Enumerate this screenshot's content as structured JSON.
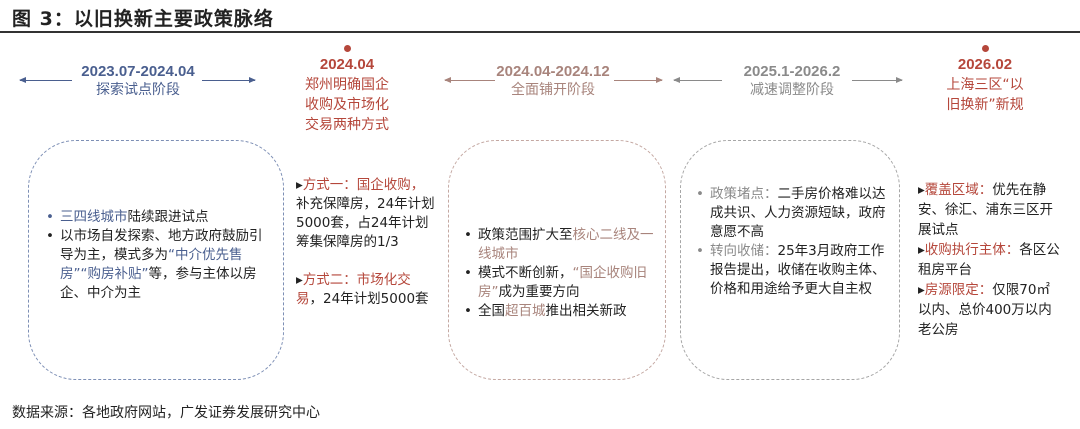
{
  "title": "图 3：以旧换新主要政策脉络",
  "colors": {
    "blue": "#4a5f8f",
    "red": "#b5473b",
    "pink": "#a8847c",
    "gray": "#8a8a8a"
  },
  "stages": [
    {
      "period": "2023.07-2024.04",
      "label": "探索试点阶段"
    },
    {
      "period": "2024.04",
      "lines": [
        "郑州明确国企",
        "收购及市场化",
        "交易两种方式"
      ]
    },
    {
      "period": "2024.04-2024.12",
      "label": "全面铺开阶段"
    },
    {
      "period": "2025.1-2026.2",
      "label": "减速调整阶段"
    },
    {
      "period": "2026.02",
      "lines": [
        "上海三区“以",
        "旧换新”新规"
      ]
    }
  ],
  "box1": {
    "b1_hl": "三四线城市",
    "b1_rest": "陆续跟进试点",
    "b2_a": "以市场自发探索、地方政府鼓励引导为主，模式多为",
    "b2_hl": "“中介优先售房”“购房补贴”",
    "b2_b": "等，参与主体以房企、中介为主"
  },
  "col2": {
    "m1_hl": "方式一：国企收购，",
    "m1_rest": "补充保障房，24年计划5000套，占24年计划筹集保障房的1/3",
    "m2_hl": "方式二：市场化交易",
    "m2_rest": "，24年计划5000套"
  },
  "box3": {
    "b1_a": "政策范围扩大至",
    "b1_hl": "核心二线及一线城市",
    "b2_a": "模式不断创新，",
    "b2_hl": "“国企收购旧房”",
    "b2_b": "成为重要方向",
    "b3_a": "全国",
    "b3_hl": "超百城",
    "b3_b": "推出相关新政"
  },
  "box4": {
    "b1_hl": "政策堵点：",
    "b1_rest": "二手房价格难以达成共识、人力资源短缺，政府意愿不高",
    "b2_hl": "转向收储：",
    "b2_rest": "25年3月政府工作报告提出，收储在收购主体、价格和用途给予更大自主权"
  },
  "col5": {
    "m1_hl": "覆盖区域：",
    "m1_rest": "优先在静安、徐汇、浦东三区开展试点",
    "m2_hl": "收购执行主体：",
    "m2_rest": "各区公租房平台",
    "m3_hl": "房源限定：",
    "m3_rest": "仅限70㎡以内、总价400万以内老公房"
  },
  "footer": "数据来源：各地政府网站，广发证券发展研究中心"
}
